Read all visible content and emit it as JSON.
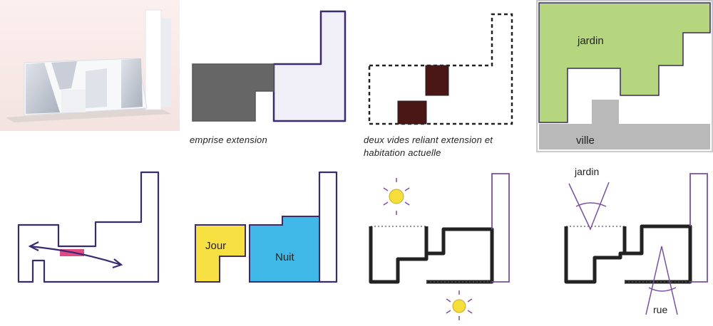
{
  "panels": {
    "extension": {
      "caption": "emprise extension"
    },
    "voids": {
      "caption_line1": "deux vides reliant extension et",
      "caption_line2": " habitation actuelle"
    },
    "context": {
      "garden_label": "jardin",
      "city_label": "ville"
    },
    "day_night": {
      "day_label": "Jour",
      "night_label": "Nuit"
    },
    "views": {
      "garden_label": "jardin",
      "street_label": "rue"
    }
  },
  "colors": {
    "outline": "#3a2a6e",
    "dark_fill": "#666666",
    "light_fill": "#f0eef6",
    "void_fill": "#4a1616",
    "garden": "#b5d67e",
    "city": "#b9b9b9",
    "link": "#e24a86",
    "day": "#f7e041",
    "night": "#41b9e8",
    "sun": "#f5dd3a",
    "sun_ray": "#7a4fa0",
    "thick": "#222222",
    "view": "#7a4fa0"
  }
}
